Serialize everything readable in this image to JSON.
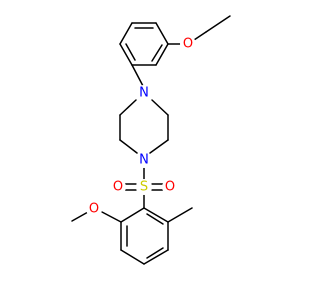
{
  "atoms": {
    "n_top": {
      "symbol": "N",
      "color": "#0000ff"
    },
    "n_bottom": {
      "symbol": "N",
      "color": "#0000ff"
    },
    "o_ethoxy": {
      "symbol": "O",
      "color": "#ff0000"
    },
    "s_sulfonyl": {
      "symbol": "S",
      "color": "#cccc00"
    },
    "o_sulfonyl_left": {
      "symbol": "O",
      "color": "#ff0000"
    },
    "o_sulfonyl_right": {
      "symbol": "O",
      "color": "#ff0000"
    },
    "o_methoxy": {
      "symbol": "O",
      "color": "#ff0000"
    }
  },
  "bond_color": "#000000"
}
